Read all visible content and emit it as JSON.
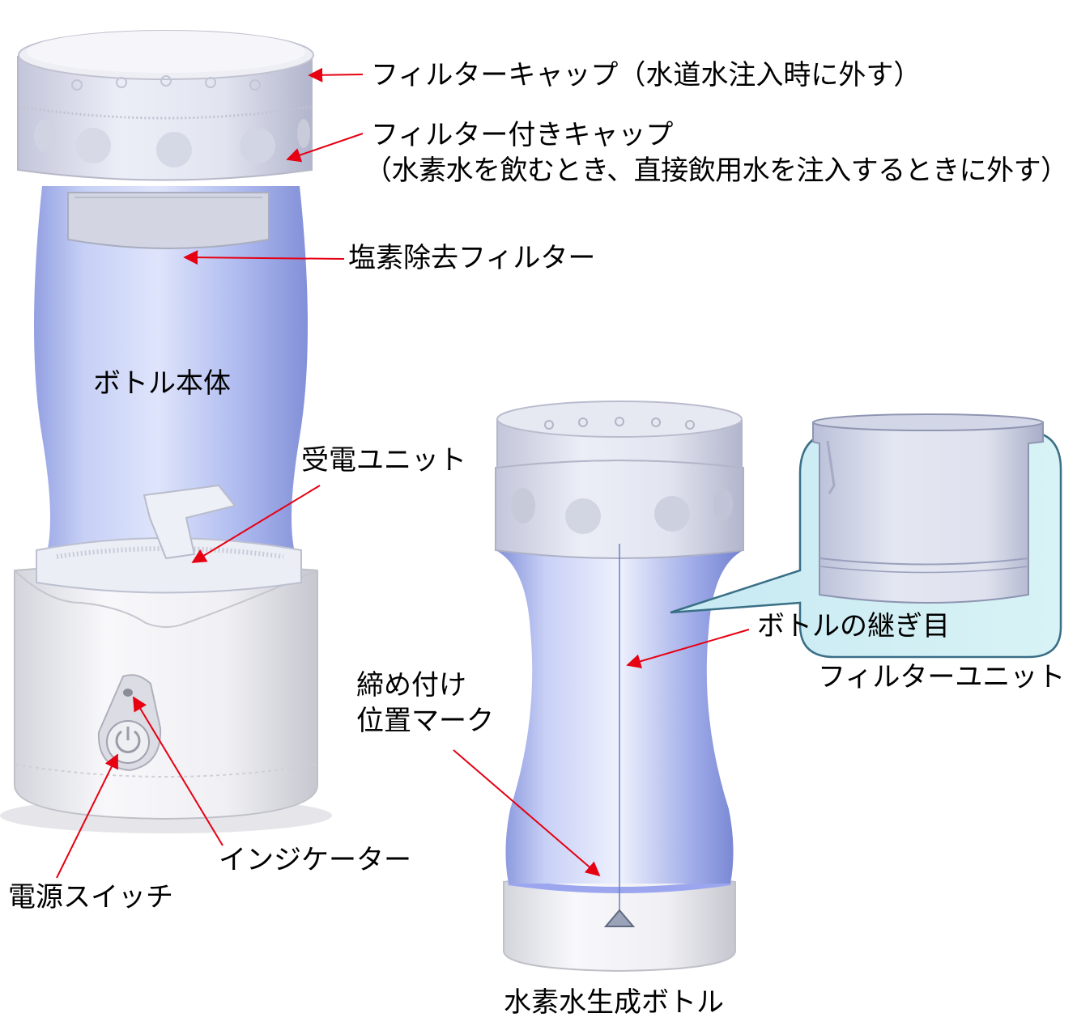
{
  "labels": {
    "filter_cap": "フィルターキャップ（水道水注入時に外す）",
    "filtered_cap_line1": "フィルター付きキャップ",
    "filtered_cap_line2": "（水素水を飲むとき、直接飲用水を注入するときに外す）",
    "chlorine_filter": "塩素除去フィルター",
    "bottle_body": "ボトル本体",
    "power_receiver": "受電ユニット",
    "tighten_mark_line1": "締め付け",
    "tighten_mark_line2": "位置マーク",
    "indicator": "インジケーター",
    "power_switch": "電源スイッチ",
    "bottle_seam": "ボトルの継ぎ目",
    "filter_unit": "フィルターユニット",
    "hydrogen_bottle": "水素水生成ボトル"
  },
  "colors": {
    "arrow": "#e60012",
    "bottle_blue": "#b9c6f0",
    "cap_white": "#f2f2f6",
    "callout_fill": "#d6f2f6",
    "callout_stroke": "#3a6f86"
  }
}
